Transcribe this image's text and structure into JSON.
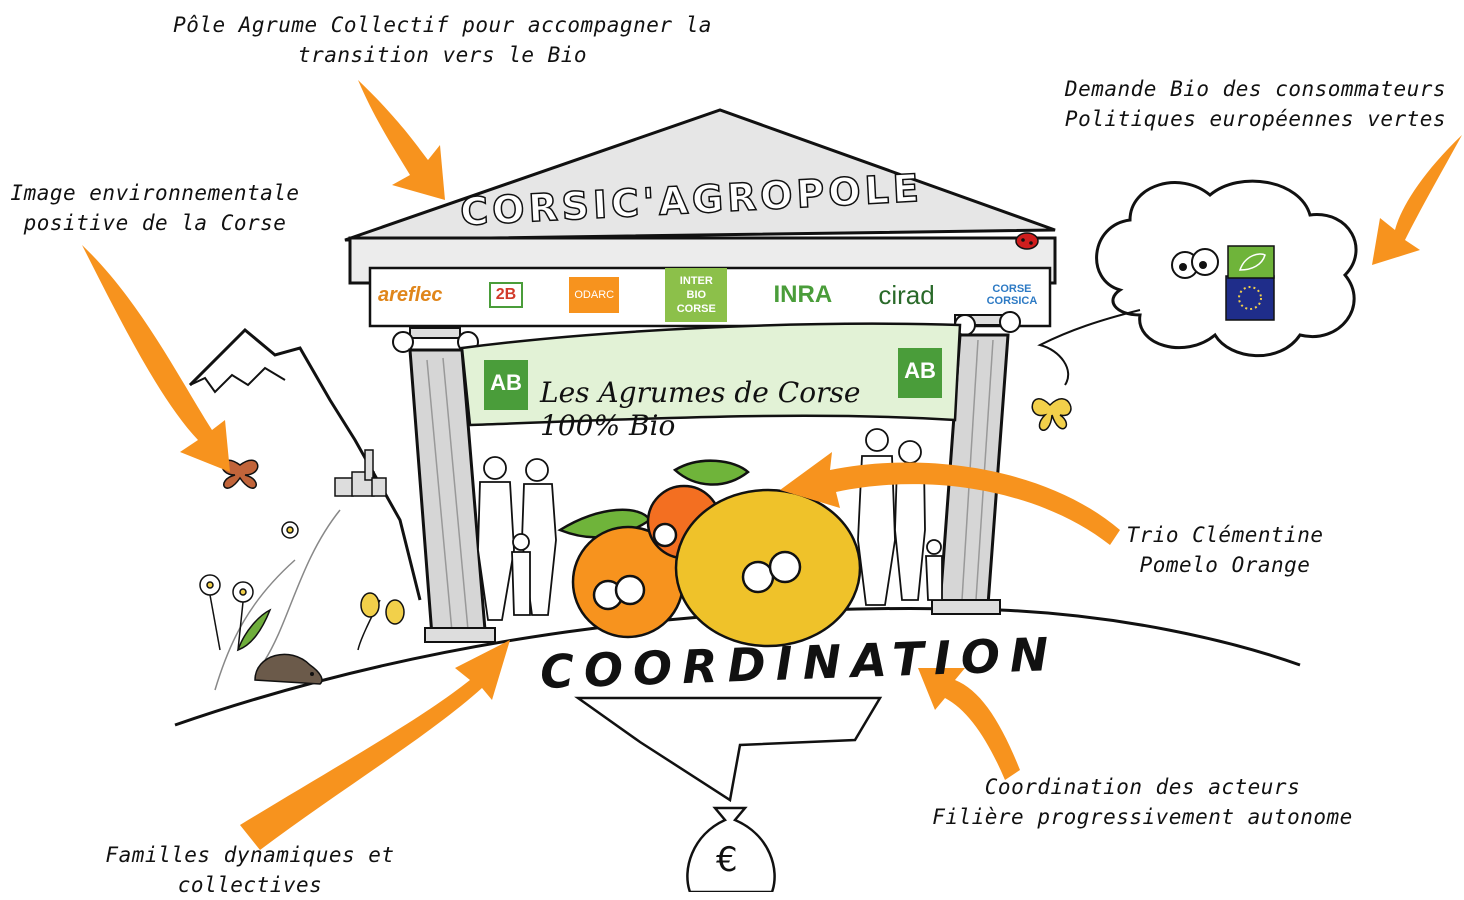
{
  "colors": {
    "arrow": "#f7931e",
    "banner": "#e2f2d6",
    "pediment": "#e6e6e6",
    "ab_green": "#4a9d3a",
    "eu_blue": "#1f2d8a"
  },
  "pediment_title": "CORSIC'AGROPOLE",
  "logos": [
    "areflec",
    "2B",
    "ODARC",
    "INTER BIO CORSE",
    "INRA",
    "cirad",
    "CORSE CORSICA"
  ],
  "banner": {
    "text": "Les Agrumes de Corse 100% Bio",
    "badge_left": "AB",
    "badge_right": "AB"
  },
  "coordination": "COORDINATION",
  "money_symbol": "€",
  "notes": {
    "top": [
      "Pôle Agrume Collectif pour accompagner la",
      "transition vers le Bio"
    ],
    "top_right": [
      "Demande Bio des consommateurs",
      "Politiques européennes vertes"
    ],
    "left": [
      "Image environnementale",
      "positive de la Corse"
    ],
    "middle_right": [
      "Trio Clémentine",
      "Pomelo Orange"
    ],
    "bottom_right": [
      "Coordination des acteurs",
      "Filière progressivement autonome"
    ],
    "bottom_left": [
      "Familles dynamiques et",
      "collectives"
    ]
  },
  "icons": [
    "mountain-icon",
    "village-icon",
    "butterfly-icon",
    "hedgehog-icon",
    "flower-icon",
    "ladybug-icon",
    "cloud-icon",
    "eu-flag-icon",
    "organic-leaf-icon",
    "citrus-icon",
    "money-bag-icon",
    "family-icon"
  ]
}
